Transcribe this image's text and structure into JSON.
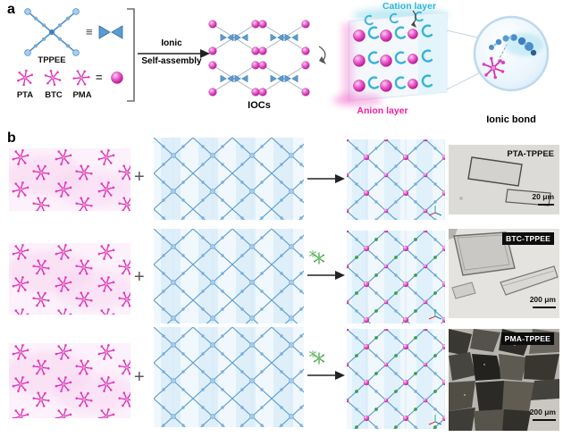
{
  "figure": {
    "panels": {
      "a": "a",
      "b": "b"
    },
    "tppee": {
      "label": "TPPEE",
      "equiv": "≡"
    },
    "anions": {
      "labels": [
        "PTA",
        "BTC",
        "PMA"
      ],
      "equiv": "="
    },
    "assembly_arrow": {
      "line1": "Ionic",
      "line2": "Self-assembly"
    },
    "iocs_label": "IOCs",
    "layers": {
      "cation": "Cation layer",
      "anion": "Anion layer"
    },
    "ionic_bond_label": "Ionic bond",
    "plus": "+",
    "rows": [
      {
        "crystal_label": "PTA-TPPEE",
        "scale_label": "20 μm"
      },
      {
        "crystal_label": "BTC-TPPEE",
        "scale_label": "200 μm"
      },
      {
        "crystal_label": "PMA-TPPEE",
        "scale_label": "200 μm"
      }
    ],
    "colors": {
      "pink": "#e23bbf",
      "blue": "#4d8ec9",
      "cyan": "#2ab6d9",
      "magenta": "#ee1f9f",
      "green": "#3da33d"
    }
  }
}
